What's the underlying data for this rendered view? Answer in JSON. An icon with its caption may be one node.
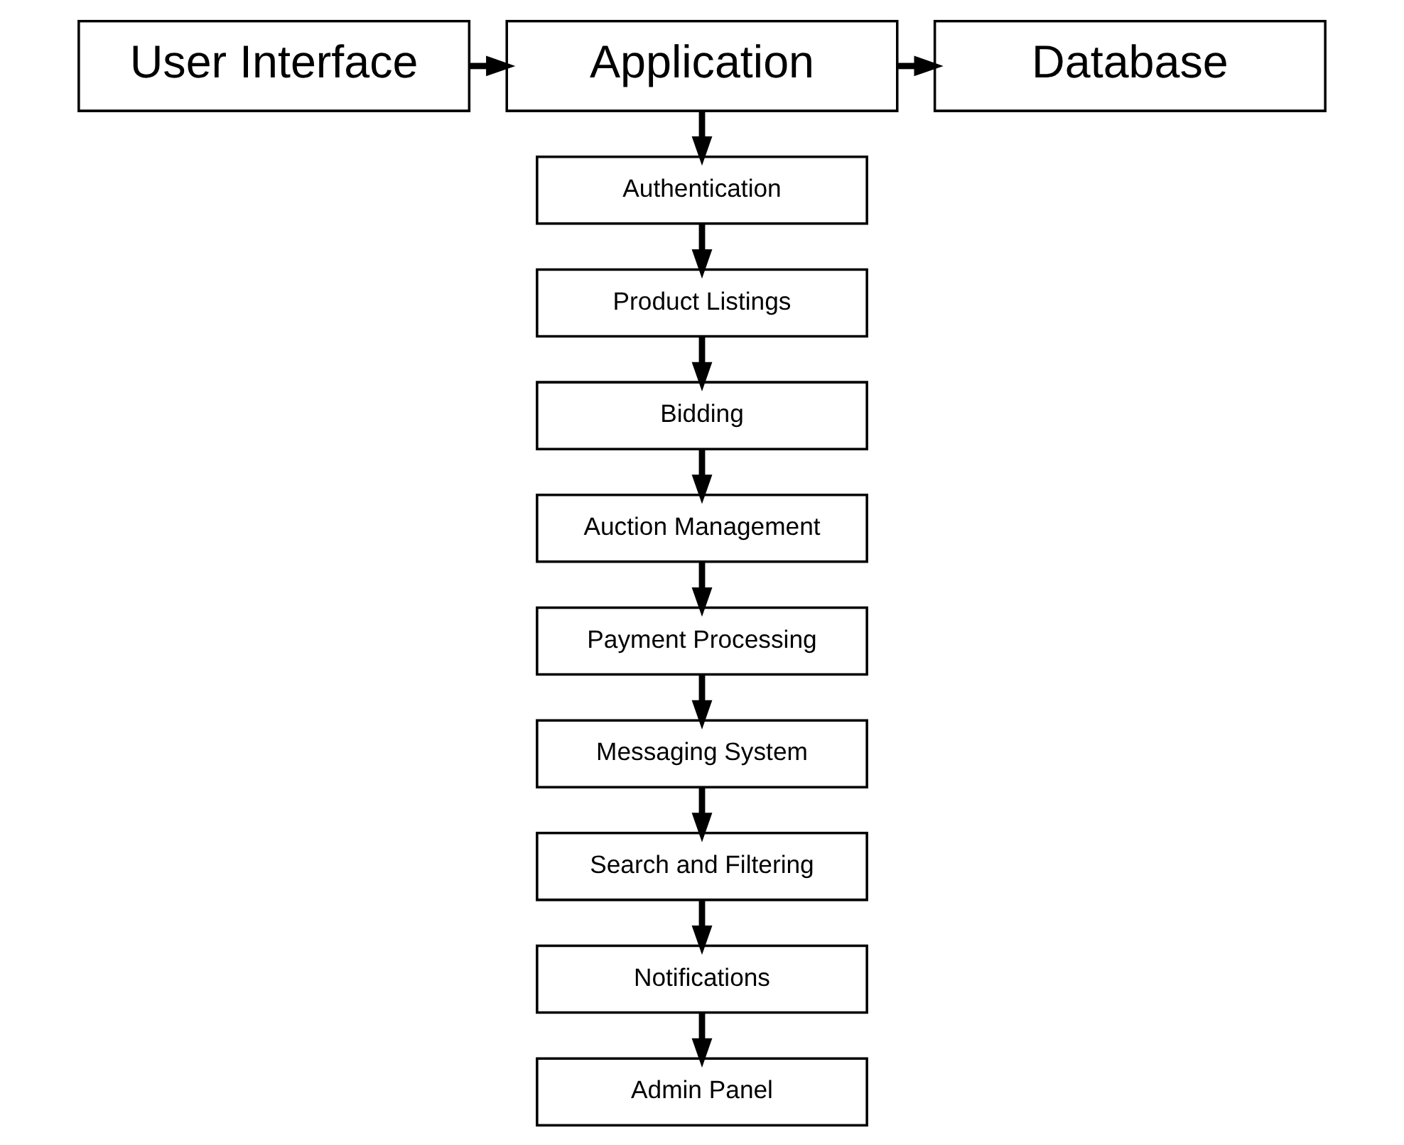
{
  "diagram": {
    "nodes": [
      {
        "text": [
          "User Interface"
        ]
      },
      {
        "text": [
          "Application"
        ]
      },
      {
        "text": [
          "Database"
        ]
      },
      {
        "text": [
          "Authentication"
        ]
      },
      {
        "text": [
          "Product Listings"
        ]
      },
      {
        "text": [
          "Bidding"
        ]
      },
      {
        "text": [
          "Auction Management"
        ]
      },
      {
        "text": [
          "Payment Processing"
        ]
      },
      {
        "text": [
          "Messaging System"
        ]
      },
      {
        "text": [
          "Search and Filtering"
        ]
      },
      {
        "text": [
          "Notifications"
        ]
      },
      {
        "text": [
          "Admin Panel"
        ]
      }
    ],
    "edges": [
      {
        "from": 0,
        "to": 1,
        "arrow": "to"
      },
      {
        "from": 1,
        "to": 2,
        "arrow": "to"
      },
      {
        "from": 1,
        "to": 3,
        "arrow": "to"
      },
      {
        "from": 3,
        "to": 4,
        "arrow": "to"
      },
      {
        "from": 4,
        "to": 5,
        "arrow": "to"
      },
      {
        "from": 5,
        "to": 6,
        "arrow": "to"
      },
      {
        "from": 6,
        "to": 7,
        "arrow": "to"
      },
      {
        "from": 7,
        "to": 8,
        "arrow": "to"
      },
      {
        "from": 8,
        "to": 9,
        "arrow": "to"
      },
      {
        "from": 9,
        "to": 10,
        "arrow": "to"
      },
      {
        "from": 10,
        "to": 11,
        "arrow": "to"
      }
    ]
  }
}
